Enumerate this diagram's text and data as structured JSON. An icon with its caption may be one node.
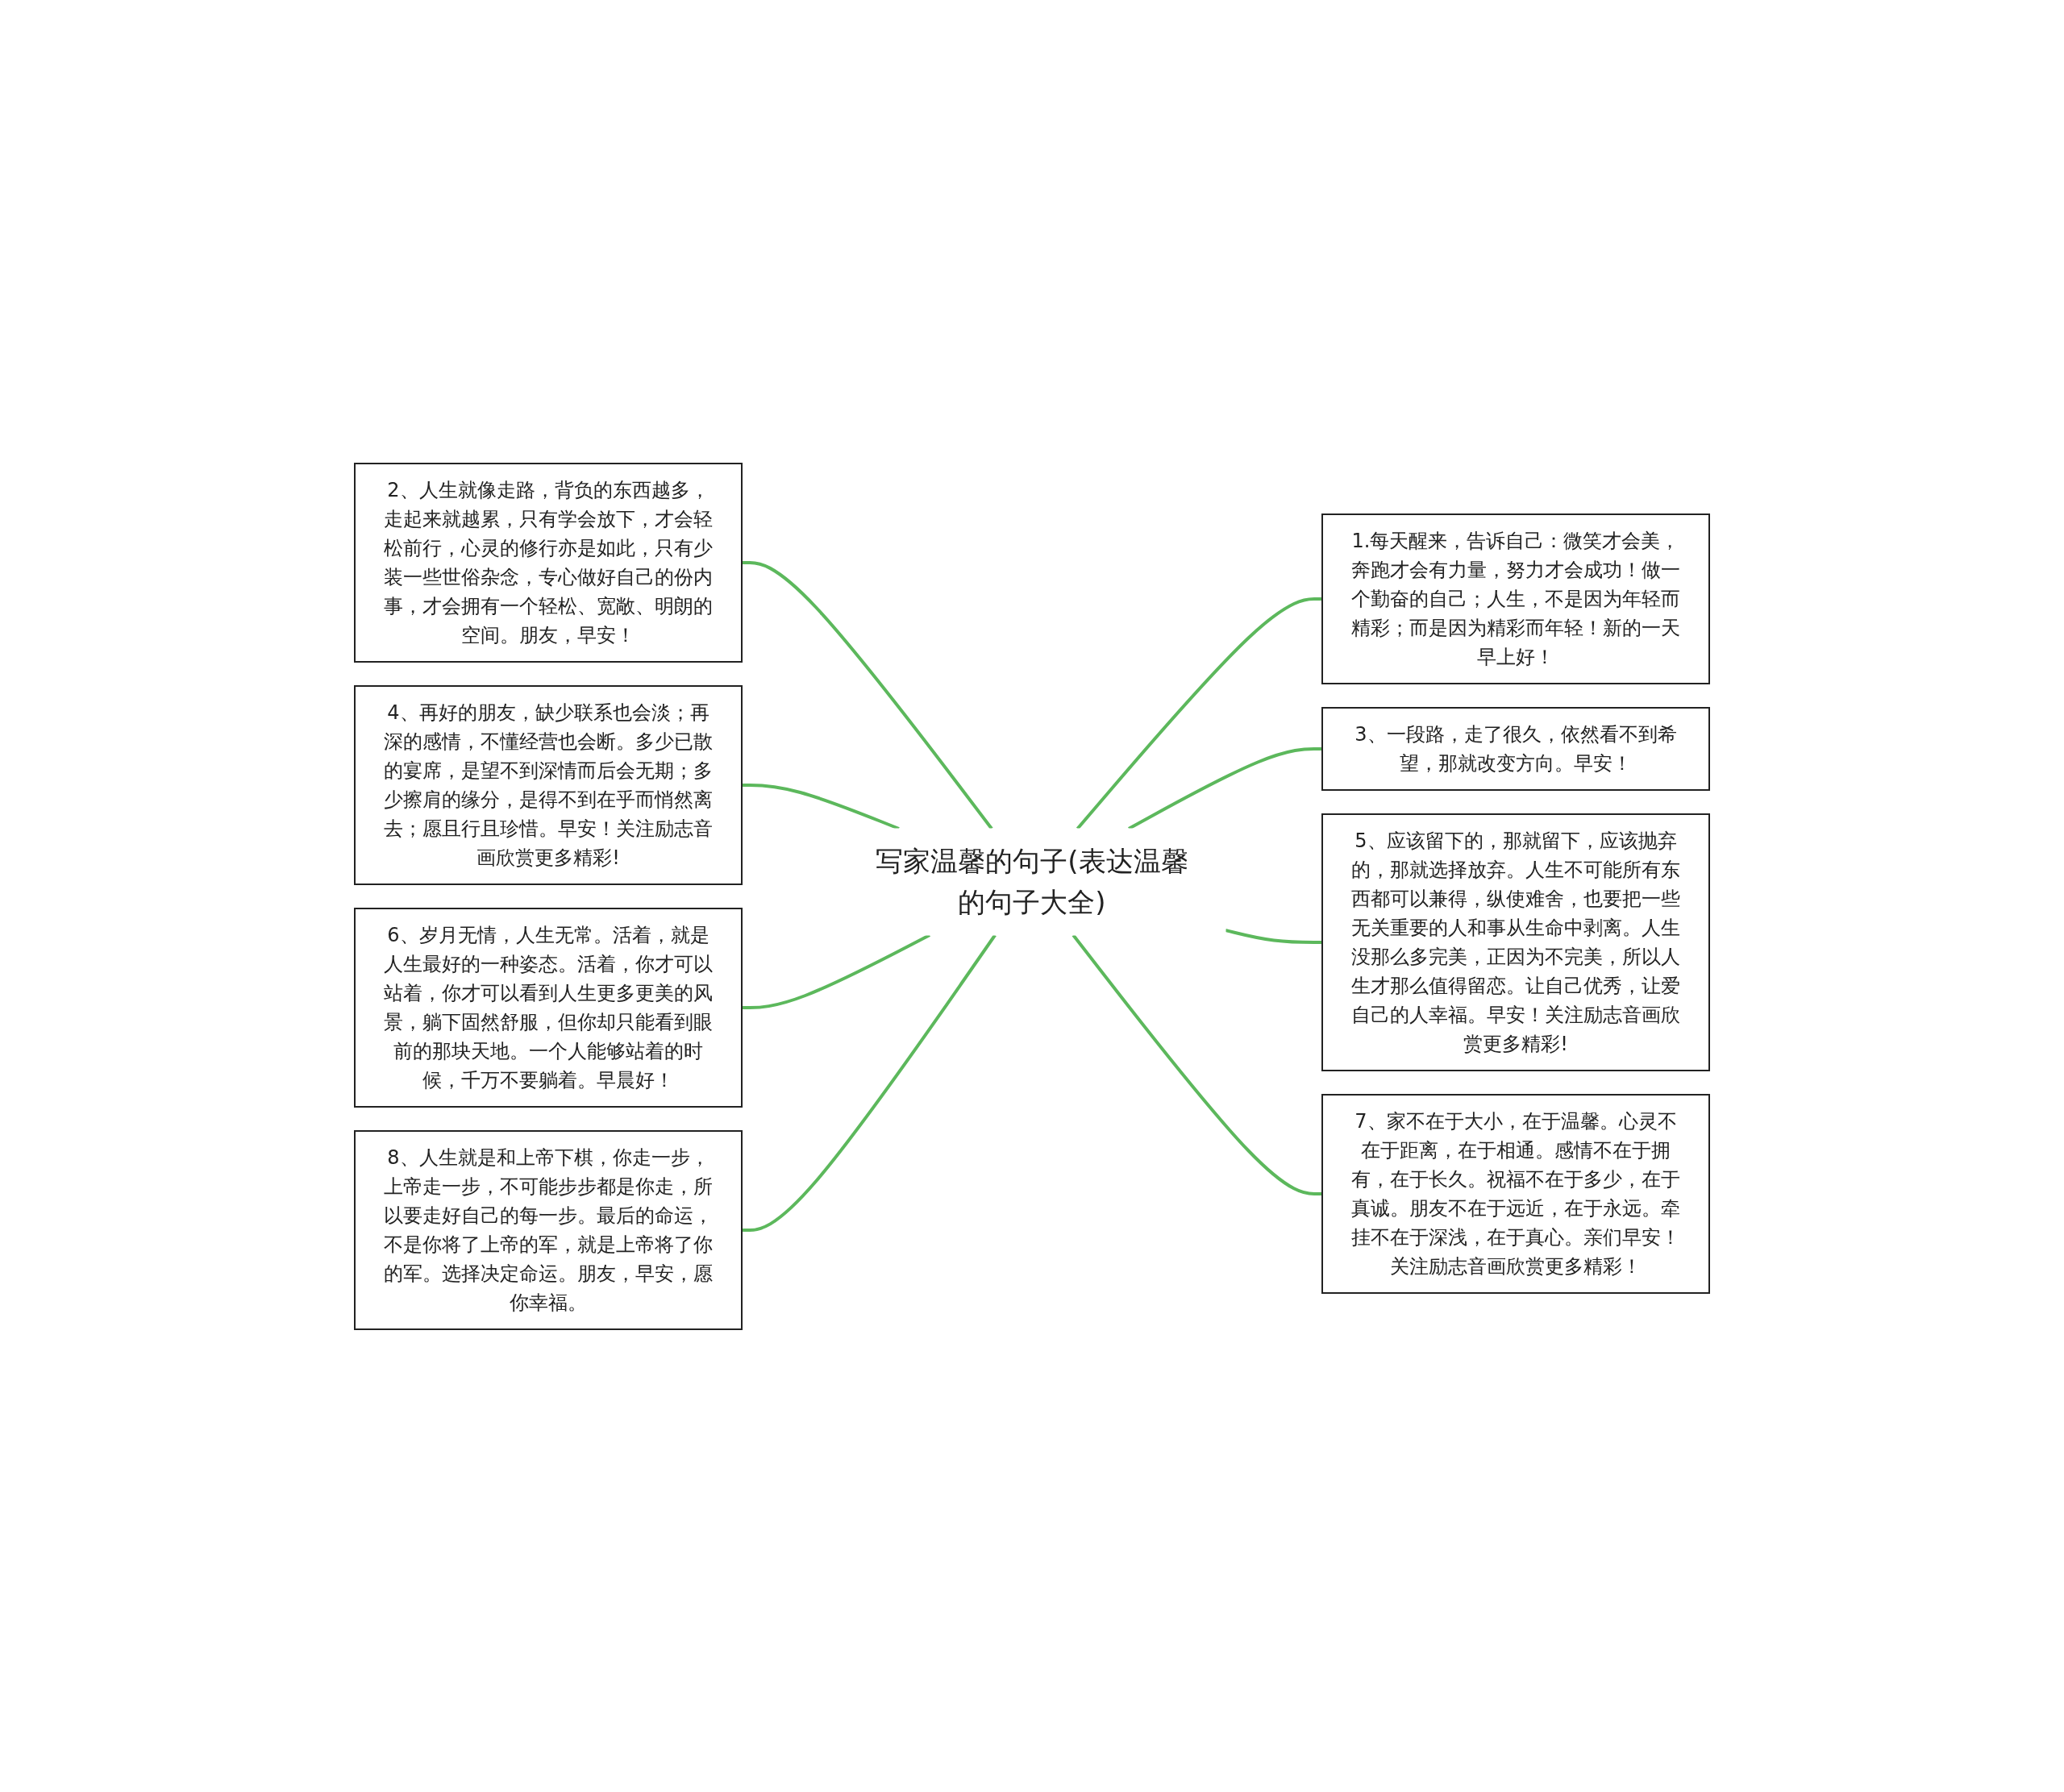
{
  "diagram": {
    "nodes": [
      {
        "text": [
          "写家温馨的句子(表达温馨的句子大全)"
        ]
      },
      {
        "text": [
          "2、人生就像走路，背负的东西越多，走起来就越累，只有学会放下，才会轻松前行，心灵的修行亦是如此，只有少装一些世俗杂念，专心做好自己的份内事，才会拥有一个轻松、宽敞、明朗的空间。朋友，早安！"
        ]
      },
      {
        "text": [
          "4、再好的朋友，缺少联系也会淡；再深的感情，不懂经营也会断。多少已散的宴席，是望不到深情而后会无期；多少擦肩的缘分，是得不到在乎而悄然离去；愿且行且珍惜。早安！关注励志音画欣赏更多精彩!"
        ]
      },
      {
        "text": [
          "6、岁月无情，人生无常。活着，就是人生最好的一种姿态。活着，你才可以站着，你才可以看到人生更多更美的风景，躺下固然舒服，但你却只能看到眼前的那块天地。一个人能够站着的时候，千万不要躺着。早晨好！"
        ]
      },
      {
        "text": [
          "8、人生就是和上帝下棋，你走一步，上帝走一步，不可能步步都是你走，所以要走好自己的每一步。最后的命运，不是你将了上帝的军，就是上帝将了你的军。选择决定命运。朋友，早安，愿你幸福。"
        ]
      },
      {
        "text": [
          "1.每天醒来，告诉自己：微笑才会美，奔跑才会有力量，努力才会成功！做一个勤奋的自己；人生，不是因为年轻而精彩；而是因为精彩而年轻！新的一天早上好！"
        ]
      },
      {
        "text": [
          "3、一段路，走了很久，依然看不到希望，那就改变方向。早安！"
        ]
      },
      {
        "text": [
          "5、应该留下的，那就留下，应该抛弃的，那就选择放弃。人生不可能所有东西都可以兼得，纵使难舍，也要把一些无关重要的人和事从生命中剥离。人生没那么多完美，正因为不完美，所以人生才那么值得留恋。让自己优秀，让爱自己的人幸福。早安！关注励志音画欣赏更多精彩!"
        ]
      },
      {
        "text": [
          "7、家不在于大小，在于温馨。心灵不在于距离，在于相通。感情不在于拥有，在于长久。祝福不在于多少，在于真诚。朋友不在于远近，在于永远。牵挂不在于深浅，在于真心。亲们早安！关注励志音画欣赏更多精彩！"
        ]
      }
    ],
    "edges": [
      {
        "from": 1,
        "to": 0,
        "arrow": "none"
      },
      {
        "from": 2,
        "to": 0,
        "arrow": "none"
      },
      {
        "from": 3,
        "to": 0,
        "arrow": "none"
      },
      {
        "from": 4,
        "to": 0,
        "arrow": "none"
      },
      {
        "from": 0,
        "to": 5,
        "arrow": "none"
      },
      {
        "from": 0,
        "to": 6,
        "arrow": "none"
      },
      {
        "from": 0,
        "to": 7,
        "arrow": "none"
      },
      {
        "from": 0,
        "to": 8,
        "arrow": "none"
      }
    ]
  }
}
